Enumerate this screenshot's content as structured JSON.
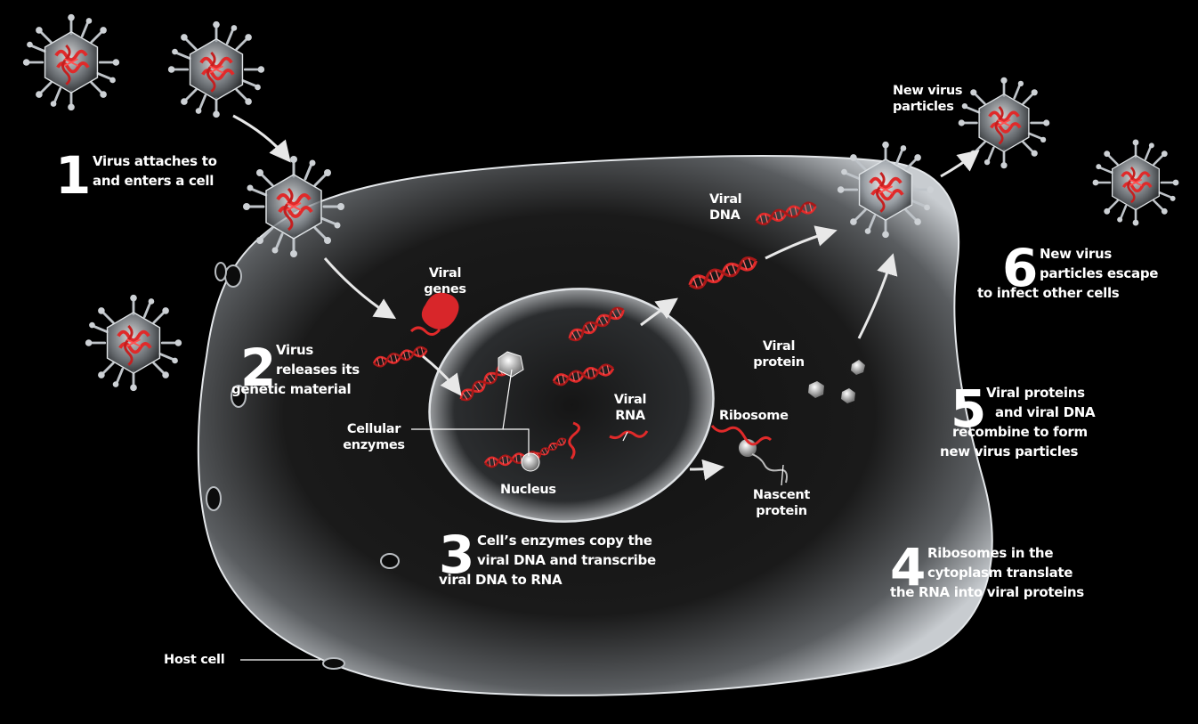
{
  "steps": [
    {
      "number": "1",
      "lines": [
        "Virus attaches to",
        "and enters a cell"
      ]
    },
    {
      "number": "2",
      "lines": [
        "Virus",
        "releases its",
        "genetic material"
      ]
    },
    {
      "number": "3",
      "lines": [
        "Cell’s enzymes copy the",
        "viral DNA and transcribe",
        "viral DNA to RNA"
      ]
    },
    {
      "number": "4",
      "lines": [
        "Ribosomes in the",
        "cytoplasm translate",
        "the RNA into viral proteins"
      ]
    },
    {
      "number": "5",
      "lines": [
        "Viral proteins",
        "and viral DNA",
        "recombine to form",
        "new virus particles"
      ]
    },
    {
      "number": "6",
      "lines": [
        "New virus",
        "particles escape",
        "to infect other cells"
      ]
    }
  ],
  "labels": {
    "viral_genes": [
      "Viral",
      "genes"
    ],
    "viral_dna": [
      "Viral",
      "DNA"
    ],
    "cellular_enzymes": [
      "Cellular",
      "enzymes"
    ],
    "viral_rna": [
      "Viral",
      "RNA"
    ],
    "nucleus": "Nucleus",
    "ribosome": "Ribosome",
    "viral_protein": [
      "Viral",
      "protein"
    ],
    "nascent_protein": [
      "Nascent",
      "protein"
    ],
    "host_cell": "Host cell",
    "new_virus_particles": [
      "New virus",
      "particles"
    ]
  },
  "colors": {
    "background": "#000000",
    "text": "#ffffff",
    "viral_genetic_material": "#e02a2a",
    "cell_membrane": "#cfd3d6"
  }
}
